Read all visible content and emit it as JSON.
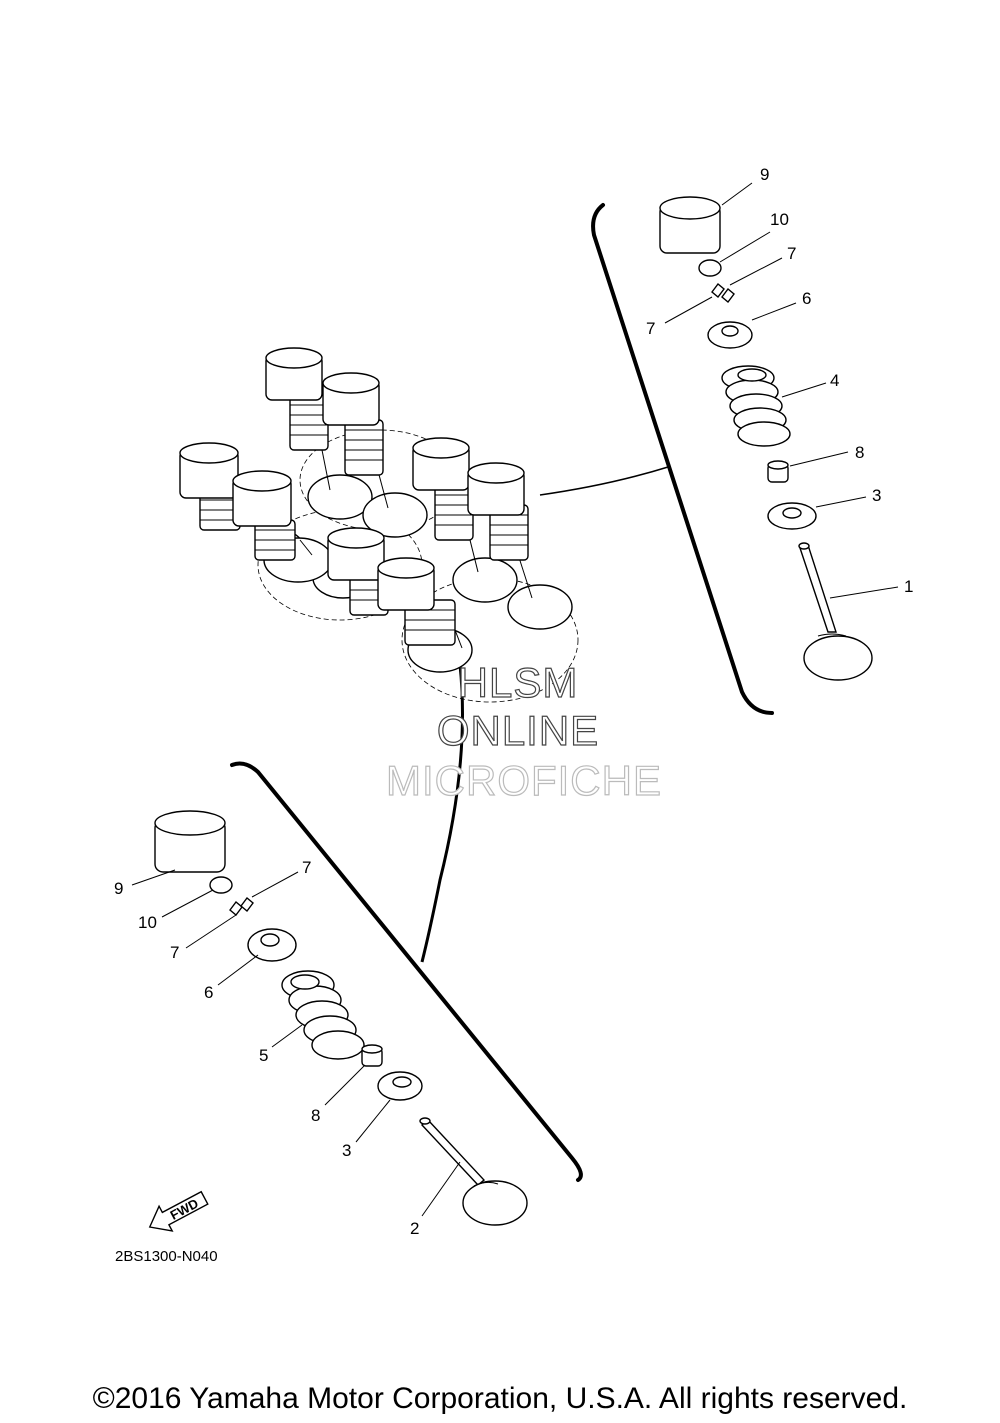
{
  "diagram": {
    "drawing_code": "2BS1300-N040",
    "fwd_label": "FWD",
    "watermark": {
      "line1": "HLSM",
      "line2": "ONLINE",
      "line3": "MICROFICHE"
    },
    "copyright": "©2016 Yamaha Motor Corporation, U.S.A. All rights reserved.",
    "intake_callouts": {
      "lifter": "9",
      "pad": "10",
      "cotter_upper": "7",
      "cotter_lower": "7",
      "retainer": "6",
      "spring": "4",
      "stem_seal": "8",
      "spring_seat": "3",
      "valve": "1"
    },
    "exhaust_callouts": {
      "lifter": "9",
      "pad": "10",
      "cotter_upper": "7",
      "cotter_lower": "7",
      "retainer": "6",
      "spring": "5",
      "stem_seal": "8",
      "spring_seat": "3",
      "valve": "2"
    }
  }
}
